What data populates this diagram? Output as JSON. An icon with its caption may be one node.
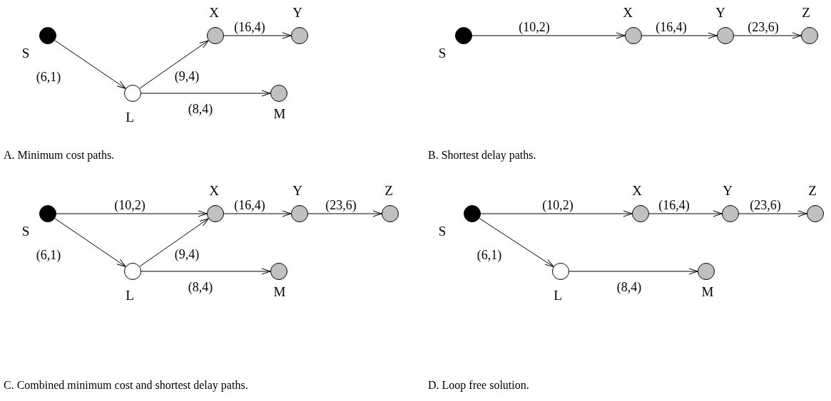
{
  "diagram": {
    "nodes": [
      {
        "text": [
          "S"
        ]
      },
      {
        "text": [
          "L"
        ]
      },
      {
        "text": [
          "X"
        ]
      },
      {
        "text": [
          "Y"
        ]
      },
      {
        "text": [
          "M"
        ]
      },
      {
        "text": [
          "S"
        ]
      },
      {
        "text": [
          "X"
        ]
      },
      {
        "text": [
          "Y"
        ]
      },
      {
        "text": [
          "Z"
        ]
      },
      {
        "text": [
          "S"
        ]
      },
      {
        "text": [
          "L"
        ]
      },
      {
        "text": [
          "X"
        ]
      },
      {
        "text": [
          "Y"
        ]
      },
      {
        "text": [
          "Z"
        ]
      },
      {
        "text": [
          "M"
        ]
      },
      {
        "text": [
          "S"
        ]
      },
      {
        "text": [
          "L"
        ]
      },
      {
        "text": [
          "X"
        ]
      },
      {
        "text": [
          "Y"
        ]
      },
      {
        "text": [
          "Z"
        ]
      },
      {
        "text": [
          "M"
        ]
      }
    ],
    "edges": [
      {
        "from": 0,
        "to": 1,
        "arrow": "to",
        "label": "(6,1)"
      },
      {
        "from": 1,
        "to": 2,
        "arrow": "to",
        "label": "(9,4)"
      },
      {
        "from": 2,
        "to": 3,
        "arrow": "to",
        "label": "(16,4)"
      },
      {
        "from": 1,
        "to": 4,
        "arrow": "to",
        "label": "(8,4)"
      },
      {
        "from": 5,
        "to": 6,
        "arrow": "to",
        "label": "(10,2)"
      },
      {
        "from": 6,
        "to": 7,
        "arrow": "to",
        "label": "(16,4)"
      },
      {
        "from": 7,
        "to": 8,
        "arrow": "to",
        "label": "(23,6)"
      },
      {
        "from": 9,
        "to": 11,
        "arrow": "to",
        "label": "(10,2)"
      },
      {
        "from": 11,
        "to": 12,
        "arrow": "to",
        "label": "(16,4)"
      },
      {
        "from": 12,
        "to": 13,
        "arrow": "to",
        "label": "(23,6)"
      },
      {
        "from": 9,
        "to": 10,
        "arrow": "to",
        "label": "(6,1)"
      },
      {
        "from": 10,
        "to": 11,
        "arrow": "to",
        "label": "(9,4)"
      },
      {
        "from": 10,
        "to": 14,
        "arrow": "to",
        "label": "(8,4)"
      },
      {
        "from": 15,
        "to": 17,
        "arrow": "to",
        "label": "(10,2)"
      },
      {
        "from": 17,
        "to": 18,
        "arrow": "to",
        "label": "(16,4)"
      },
      {
        "from": 18,
        "to": 19,
        "arrow": "to",
        "label": "(23,6)"
      },
      {
        "from": 15,
        "to": 16,
        "arrow": "to",
        "label": "(6,1)"
      },
      {
        "from": 16,
        "to": 20,
        "arrow": "to",
        "label": "(8,4)"
      }
    ],
    "labels": [
      "A. Minimum cost paths.",
      "B. Shortest delay paths.",
      "C. Combined minimum cost and shortest delay paths.",
      "D. Loop free solution."
    ]
  }
}
